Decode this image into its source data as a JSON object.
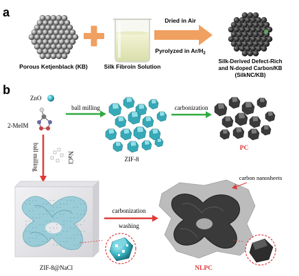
{
  "panel_a": {
    "label": "a",
    "kb_label": "Porous Ketjenblack (KB)",
    "silk_label": "Silk Fibroin Solution",
    "arrow_top": "Dried in Air",
    "arrow_bottom": "Pyrolyzed in Ar/H",
    "arrow_bottom_sub": "2",
    "product_line1": "Silk-Derived Defect-Rich",
    "product_line2": "and N-doped Carbon/KB",
    "product_line3": "(SilkNC/KB)",
    "colors": {
      "plus": "#f0a060",
      "arrow": "#f0a060"
    }
  },
  "panel_b": {
    "label": "b",
    "zno_label": "ZnO",
    "mim_label": "2-MeIM",
    "ball_milling_top": "ball milling",
    "ball_milling_side": "ball milling",
    "nacl_label": "NaCl",
    "zif8_label": "ZIF-8",
    "carbonization_top": "carbonization",
    "pc_label": "PC",
    "carbonization_bottom": "carbonization",
    "washing_label": "washing",
    "zif8_nacl_label": "ZIF-8@NaCl",
    "nlpc_label": "NLPC",
    "nanosheets_label": "carbon nanosheets",
    "colors": {
      "green_arrow": "#2faa3f",
      "red_arrow": "#e03a3a",
      "cyan": "#3bb7c6",
      "red_text": "#e03a3a"
    }
  }
}
